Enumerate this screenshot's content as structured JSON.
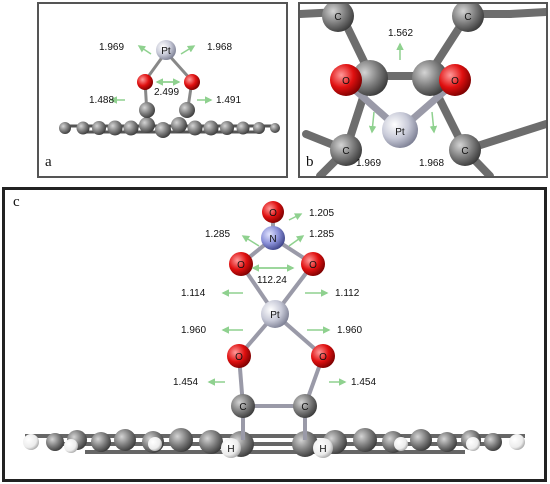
{
  "panel_a": {
    "letter": "a",
    "atom_pt": "Pt",
    "bond_pt_o_left": "1.969",
    "bond_pt_o_right": "1.968",
    "o_o_distance": "2.499",
    "bond_o_c_left": "1.488",
    "bond_o_c_right": "1.491"
  },
  "panel_b": {
    "letter": "b",
    "atom_pt": "Pt",
    "atom_c_top_left": "C",
    "atom_c_top_right": "C",
    "atom_c_bottom_left": "C",
    "atom_c_bottom_right": "C",
    "atom_o_left": "O",
    "atom_o_right": "O",
    "bond_c_c": "1.562",
    "bond_pt_o_left": "1.969",
    "bond_pt_o_right": "1.968"
  },
  "panel_c": {
    "letter": "c",
    "atom_n": "N",
    "atom_pt": "Pt",
    "atom_o_top": "O",
    "atom_o_nitrate_left": "O",
    "atom_o_nitrate_right": "O",
    "atom_o_surface_left": "O",
    "atom_o_surface_right": "O",
    "atom_c_left": "C",
    "atom_c_right": "C",
    "atom_h_left": "H",
    "atom_h_right": "H",
    "bond_n_o_top": "1.205",
    "bond_n_o_left": "1.285",
    "bond_n_o_right": "1.285",
    "angle_o_n_o": "112.24",
    "bond_pt_o_nitrate_left": "1.114",
    "bond_pt_o_nitrate_right": "1.112",
    "bond_pt_o_surface_left": "1.960",
    "bond_pt_o_surface_right": "1.960",
    "bond_o_c_left": "1.454",
    "bond_o_c_right": "1.454"
  },
  "colors": {
    "carbon": "#7a7a7a",
    "oxygen": "#e01010",
    "platinum": "#c8cad8",
    "nitrogen": "#8a90d8",
    "hydrogen": "#f2f2f2",
    "arrow": "#8fd18f",
    "frame": "#222222"
  }
}
